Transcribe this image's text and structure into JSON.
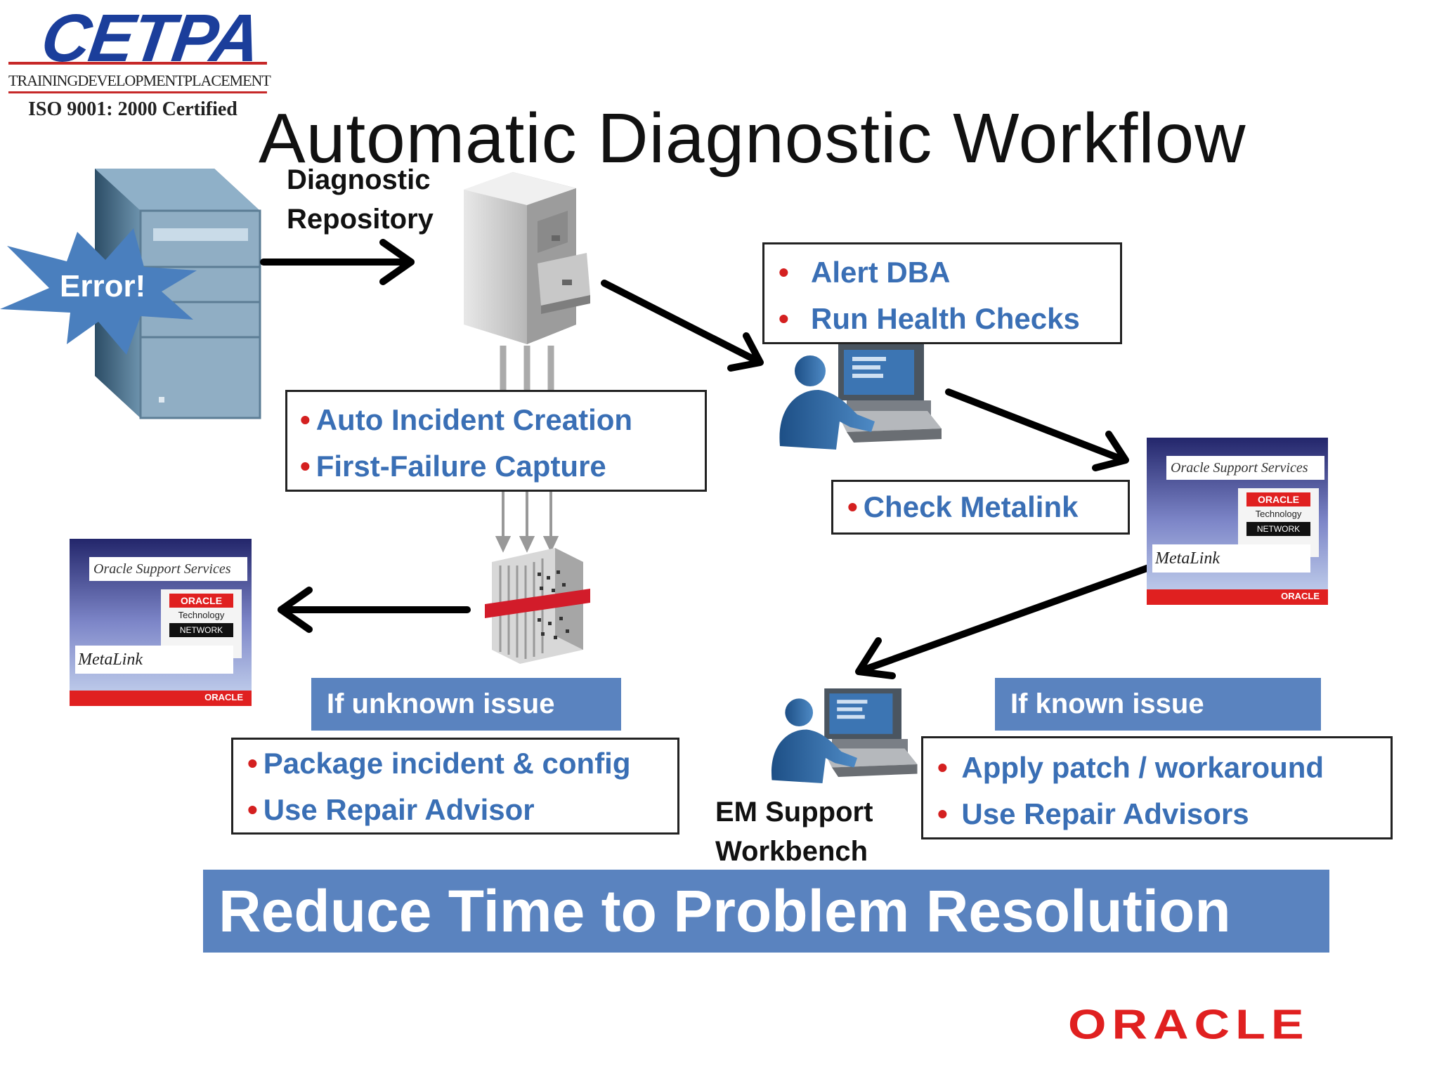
{
  "logo": {
    "name": "CETPA",
    "tagline": "TRAININGDEVELOPMENTPLACEMENT",
    "certification": "ISO 9001: 2000 Certified"
  },
  "title": "Automatic Diagnostic Workflow",
  "error_label": "Error!",
  "repository_label": [
    "Diagnostic",
    "Repository"
  ],
  "alert_box": {
    "items": [
      "Alert DBA",
      "Run Health Checks"
    ]
  },
  "incident_box": {
    "items": [
      "Auto Incident Creation",
      "First-Failure Capture"
    ]
  },
  "metalink_box": {
    "items": [
      "Check Metalink"
    ]
  },
  "unknown_issue": {
    "heading": "If unknown  issue",
    "items": [
      "Package incident  & config",
      "Use Repair Advisor"
    ]
  },
  "known_issue": {
    "heading": "If known  issue",
    "items": [
      "Apply patch / workaround",
      "Use Repair Advisors"
    ]
  },
  "workbench_label": [
    "EM Support",
    "Workbench"
  ],
  "banner": "Reduce Time to Problem Resolution",
  "metalink_card": {
    "header": "Oracle Support Services",
    "brand": "ORACLE",
    "line1": "Technology",
    "line2": "NETWORK",
    "product": "MetaLink",
    "footer": "ORACLE"
  },
  "footer_logo": "ORACLE",
  "colors": {
    "accent_blue": "#5a83bf",
    "bullet_red": "#d42020",
    "bullet_text_blue": "#3a6fb5",
    "oracle_red": "#e02020",
    "cetpa_blue": "#1b3e9b"
  }
}
